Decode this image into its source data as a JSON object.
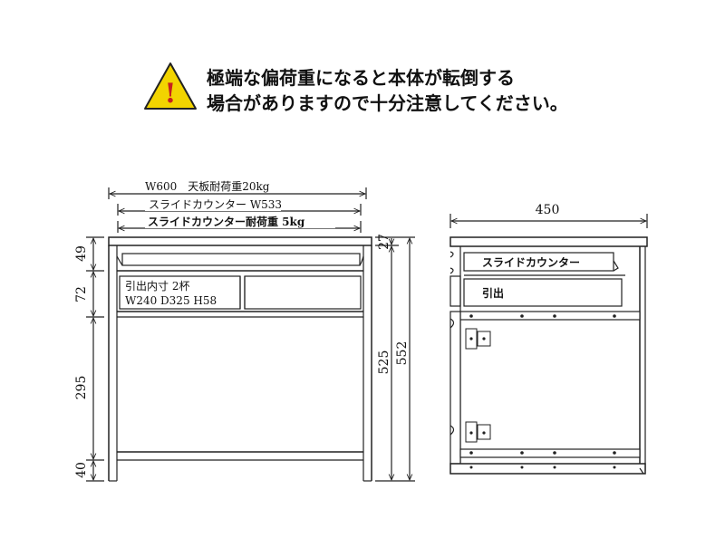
{
  "warning": {
    "icon_mark": "!",
    "line1": "極端な偏荷重になると本体が転倒する",
    "line2": "場合がありますので十分注意してください。",
    "colors": {
      "triangle": "#f2d400",
      "triangle_border": "#222222",
      "mark": "#c81e1e"
    }
  },
  "front_view": {
    "width_label": "W600　天板耐荷重20kg",
    "slide_width_label": "スライドカウンター W533",
    "slide_load_label": "スライドカウンター耐荷重 5kg",
    "drawer_title": "引出内寸 2杯",
    "drawer_size": "W240 D325 H58",
    "dims_left": [
      "49",
      "72",
      "295",
      "40"
    ],
    "dim_top_right": "27",
    "dim_inner_height": "525",
    "dim_total_height": "552"
  },
  "side_view": {
    "depth_label": "450",
    "slide_label": "スライドカウンター",
    "drawer_label": "引出"
  }
}
